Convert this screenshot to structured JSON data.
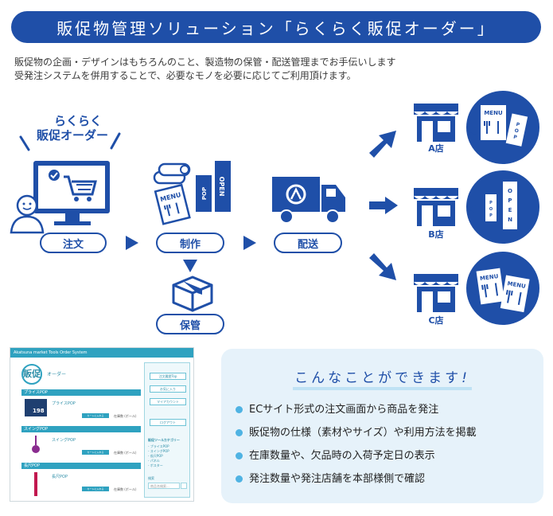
{
  "banner": {
    "title": "販促物管理ソリューション「らくらく販促オーダー」"
  },
  "intro": {
    "line1": "販促物の企画・デザインはもちろんのこと、製造物の保管・配送管理までお手伝いします",
    "line2": "受発注システムを併用することで、必要なモノを必要に応じてご利用頂けます。"
  },
  "flow": {
    "slogan_line1": "らくらく",
    "slogan_line2": "販促オーダー",
    "steps": [
      "注文",
      "制作",
      "配送",
      "保管"
    ],
    "stores": [
      "A店",
      "B店",
      "C店"
    ],
    "sign_labels": {
      "menu": "MENU",
      "pop": "POP",
      "open": "OPEN"
    }
  },
  "colors": {
    "primary": "#1f4fa8",
    "accent": "#4fb3e3",
    "panel": "#e6f2fa"
  },
  "mockup": {
    "app_title": "Akatsuna market Tools Order System",
    "logo_text": "販促",
    "logo_sub": "オーダー",
    "sections": [
      "プライスPOP",
      "スイングPOP",
      "長尺POP"
    ],
    "items": [
      "プライスPOP",
      "スイングPOP",
      "長尺POP"
    ],
    "price_sample": "198",
    "side_buttons": [
      "注文履歴Top",
      "お気に入り",
      "マイアカウント",
      "ログアウト"
    ],
    "category_title": "販促ツールカテゴリー",
    "categories": [
      "- プライスPOP",
      "- スイングPOP",
      "- 長尺POP",
      "- パネル",
      "- ポスター"
    ],
    "search_label": "検索",
    "search_placeholder": "商品名検索...",
    "cart_label": "カートに入れる",
    "stock_label": "在庫数 (ボール)"
  },
  "features": {
    "title": "こんなことができます",
    "title_mark": "!",
    "items": [
      "ECサイト形式の注文画面から商品を発注",
      "販促物の仕様（素材やサイズ）や利用方法を掲載",
      "在庫数量や、欠品時の入荷予定日の表示",
      "発注数量や発注店舗を本部様側で確認"
    ]
  }
}
